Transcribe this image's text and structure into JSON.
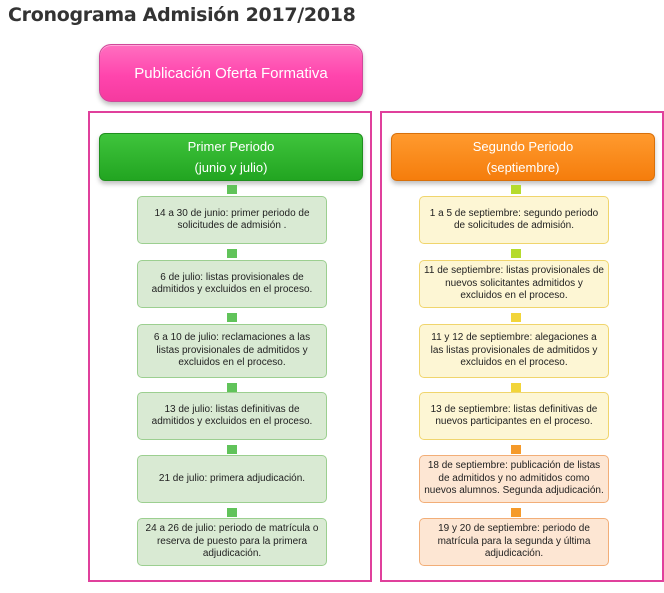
{
  "title": "Cronograma Admisión 2017/2018",
  "publication": "Publicación Oferta Formativa",
  "first_period": {
    "title": "Primer Periodo",
    "subtitle": "(junio y julio)",
    "steps": [
      "14 a 30 de junio: primer periodo de solicitudes de admisión .",
      "6 de julio: listas provisionales de admitidos y excluidos en el proceso.",
      "6 a 10 de julio: reclamaciones a las listas provisionales de admitidos y excluidos en el proceso.",
      "13 de julio: listas definitivas de admitidos y excluidos en el proceso.",
      "21 de julio: primera adjudicación.",
      "24 a 26 de julio: periodo de matrícula o reserva de puesto para la primera adjudicación."
    ]
  },
  "second_period": {
    "title": "Segundo Periodo",
    "subtitle": "(septiembre)",
    "steps": [
      "1 a 5 de septiembre: segundo periodo de solicitudes de admisión.",
      "11 de septiembre: listas provisionales de nuevos solicitantes admitidos y excluidos en el proceso.",
      "11 y 12 de septiembre: alegaciones a las listas provisionales de admitidos y excluidos en el proceso.",
      "13 de septiembre: listas definitivas de nuevos participantes en el proceso.",
      "18 de septiembre: publicación de listas de admitidos y no admitidos como nuevos alumnos. Segunda adjudicación.",
      "19 y 20 de septiembre: periodo de matrícula para la segunda y última adjudicación."
    ]
  },
  "colors": {
    "publication": "#ff45ad",
    "first_header": "#22a521",
    "second_header": "#f57d0c",
    "column_border": "#e0409c"
  }
}
